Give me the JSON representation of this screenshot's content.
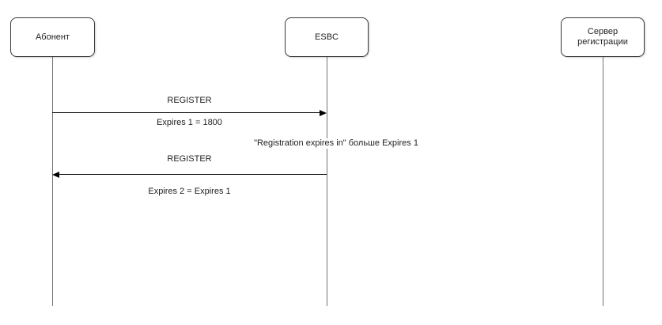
{
  "actors": [
    {
      "label": "Абонент"
    },
    {
      "label": "ESBC"
    },
    {
      "label": "Сервер регистрации"
    }
  ],
  "messages": {
    "register_1": {
      "label": "REGISTER",
      "param": "Expires 1 = 1800"
    },
    "note": "\"Registration expires in\" больше Expires 1",
    "register_2": {
      "label": "REGISTER",
      "param": "Expires 2 = Expires 1"
    }
  },
  "colors": {
    "background": "#ffffff",
    "box_fill": "#ffffff",
    "box_border": "#3a3a3a",
    "lifeline": "#757575",
    "arrow": "#000000",
    "text": "#1f1f1f"
  }
}
